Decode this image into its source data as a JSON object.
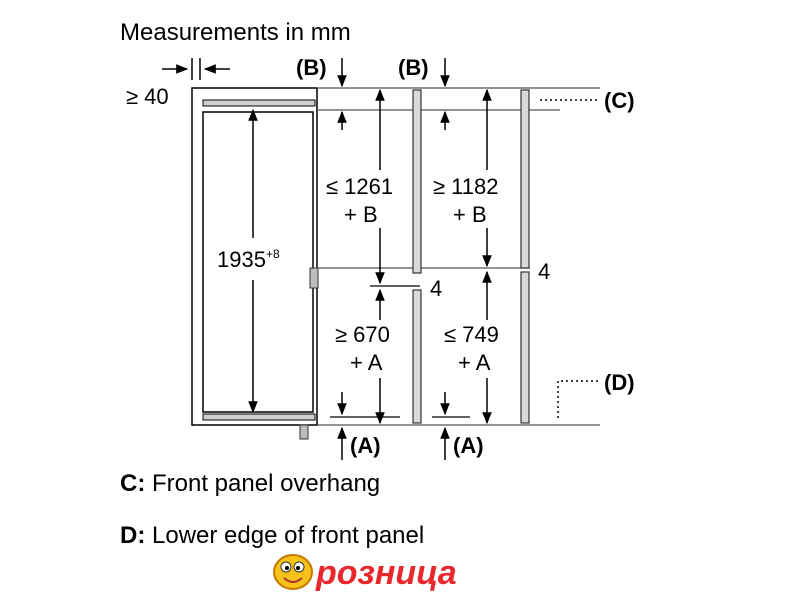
{
  "title": "Measurements in mm",
  "labels": {
    "top_gap": "≥ 40",
    "b_left": "(B)",
    "b_right": "(B)",
    "c_marker": "(C)",
    "d_marker": "(D)",
    "a_left": "(A)",
    "a_right": "(A)",
    "height_main": "1935",
    "height_main_sup": "+8",
    "left_upper_line1": "≤ 1261",
    "left_upper_line2": "+ B",
    "right_upper_line1": "≥ 1182",
    "right_upper_line2": "+ B",
    "left_lower_line1": "≥ 670",
    "left_lower_line2": "+ A",
    "right_lower_line1": "≤ 749",
    "right_lower_line2": "+ A",
    "gap_left": "4",
    "gap_right": "4"
  },
  "legend": {
    "c_key": "C:",
    "c_text": " Front panel overhang",
    "d_key": "D:",
    "d_text": " Lower edge of front panel"
  },
  "watermark": {
    "text": "розница"
  },
  "colors": {
    "line": "#000000",
    "panel_fill": "#d9d9d9",
    "panel_stroke": "#333333",
    "guide": "#888888",
    "watermark_text": "#e8282c",
    "watermark_outline": "#ffffff",
    "watermark_face": "#f6c21a"
  }
}
